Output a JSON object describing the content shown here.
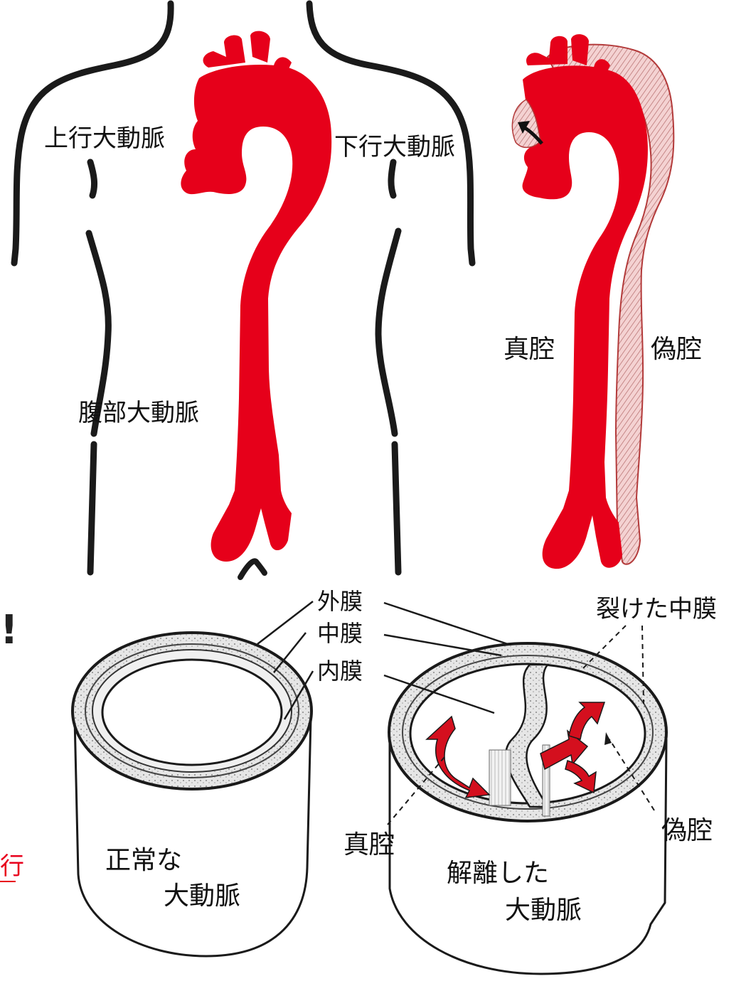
{
  "colors": {
    "artery": "#e6001a",
    "outline": "#1a1a1a",
    "false_lumen_fill": "#f2c9c9",
    "tissue": "#d8d8d8"
  },
  "top_left": {
    "ascending_label": "上行大動脈",
    "descending_label": "下行大動脈",
    "abdominal_label": "腹部大動脈"
  },
  "top_right": {
    "true_lumen_label": "真腔",
    "false_lumen_label": "偽腔"
  },
  "bottom": {
    "adventitia_label": "外膜",
    "media_label": "中膜",
    "intima_label": "内膜",
    "torn_media_label": "裂けた中膜",
    "normal_line1": "正常な",
    "normal_line2": "大動脈",
    "dissected_line1": "解離した",
    "dissected_line2": "大動脈",
    "true_lumen_label": "真腔",
    "false_lumen_label": "偽腔"
  },
  "edge_fragments": {
    "exclaim": "!",
    "underline_char": "行"
  }
}
